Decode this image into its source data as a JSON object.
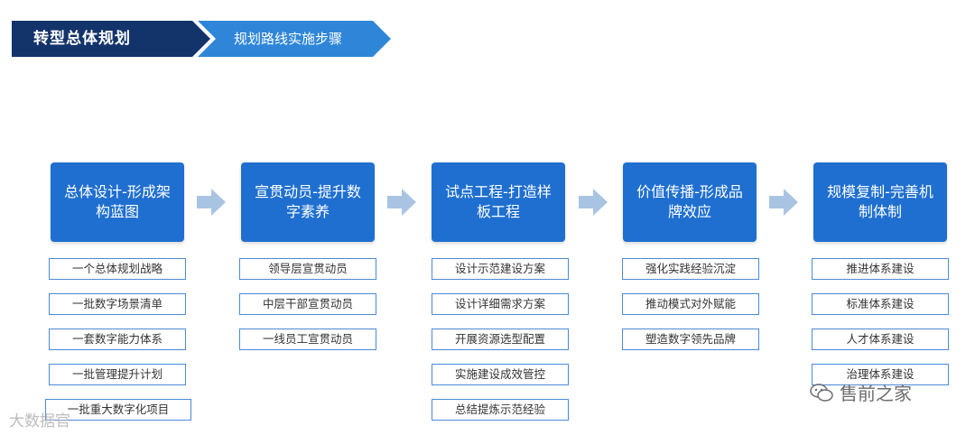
{
  "header": {
    "title": "转型总体规划",
    "subtitle": "规划路线实施步骤"
  },
  "stages": [
    {
      "title": "总体设计-形成架构蓝图",
      "items": [
        "一个总体规划战略",
        "一批数字场景清单",
        "一套数字能力体系",
        "一批管理提升计划",
        "一批重大数字化项目"
      ]
    },
    {
      "title": "宣贯动员-提升数字素养",
      "items": [
        "领导层宣贯动员",
        "中层干部宣贯动员",
        "一线员工宣贯动员"
      ]
    },
    {
      "title": "试点工程-打造样板工程",
      "items": [
        "设计示范建设方案",
        "设计详细需求方案",
        "开展资源选型配置",
        "实施建设成效管控",
        "总结提炼示范经验"
      ]
    },
    {
      "title": "价值传播-形成品牌效应",
      "items": [
        "强化实践经验沉淀",
        "推动模式对外赋能",
        "塑造数字领先品牌"
      ]
    },
    {
      "title": "规模复制-完善机制体制",
      "items": [
        "推进体系建设",
        "标准体系建设",
        "人才体系建设",
        "治理体系建设"
      ]
    }
  ],
  "watermarks": {
    "left": "大数据官",
    "right": "售前之家"
  },
  "colors": {
    "header_dark": "#13336b",
    "header_light": "#2f86d8",
    "stage_fill": "#1f6fd0",
    "arrow_fill": "#a9c4e3",
    "item_border": "#4a8ad8"
  }
}
